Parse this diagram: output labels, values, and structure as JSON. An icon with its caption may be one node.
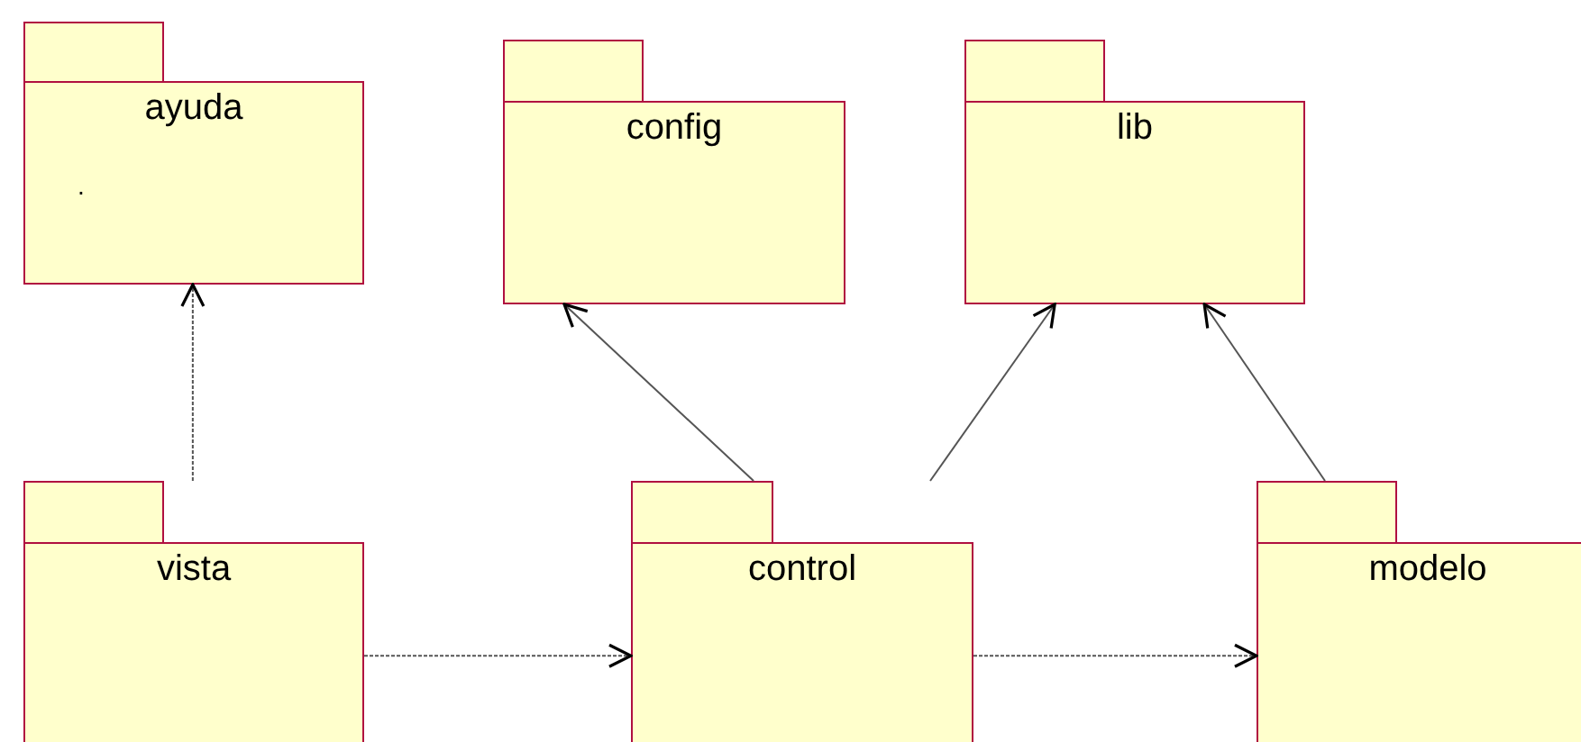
{
  "diagram": {
    "nodes": [
      {
        "text": [
          "ayuda",
          "."
        ]
      },
      {
        "text": [
          "config"
        ]
      },
      {
        "text": [
          "lib"
        ]
      },
      {
        "text": [
          "vista"
        ]
      },
      {
        "text": [
          "control"
        ]
      },
      {
        "text": [
          "modelo"
        ]
      }
    ],
    "edges": [
      {
        "from": 3,
        "to": 0,
        "arrow": "to",
        "style": "dashed"
      },
      {
        "from": 4,
        "to": 1,
        "arrow": "to"
      },
      {
        "from": null,
        "to": 2,
        "arrow": "to"
      },
      {
        "from": 5,
        "to": 2,
        "arrow": "to"
      },
      {
        "from": 3,
        "to": 4,
        "arrow": "to",
        "style": "dashed"
      },
      {
        "from": 4,
        "to": 5,
        "arrow": "to",
        "style": "dashed"
      }
    ]
  }
}
